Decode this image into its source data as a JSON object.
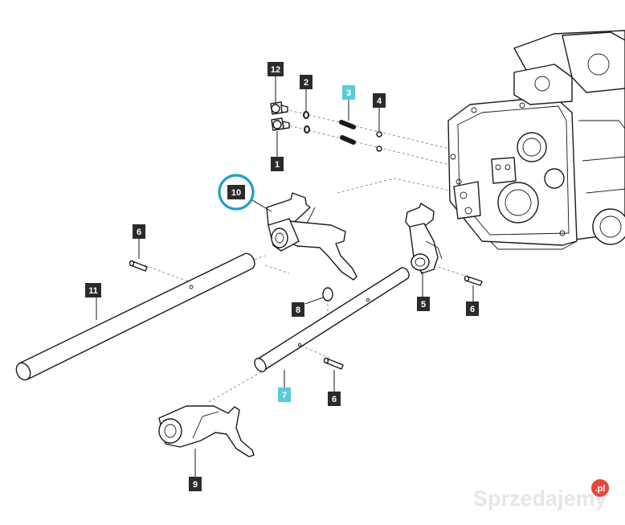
{
  "diagram": {
    "callouts": [
      {
        "id": "c12",
        "label": "12",
        "kind": "dark"
      },
      {
        "id": "c2",
        "label": "2",
        "kind": "dark"
      },
      {
        "id": "c3",
        "label": "3",
        "kind": "cyan"
      },
      {
        "id": "c4",
        "label": "4",
        "kind": "dark"
      },
      {
        "id": "c1",
        "label": "1",
        "kind": "dark"
      },
      {
        "id": "c10",
        "label": "10",
        "kind": "dark",
        "circled": true
      },
      {
        "id": "c6a",
        "label": "6",
        "kind": "dark"
      },
      {
        "id": "c11",
        "label": "11",
        "kind": "dark"
      },
      {
        "id": "c8",
        "label": "8",
        "kind": "dark"
      },
      {
        "id": "c5",
        "label": "5",
        "kind": "dark"
      },
      {
        "id": "c6b",
        "label": "6",
        "kind": "dark"
      },
      {
        "id": "c7",
        "label": "7",
        "kind": "cyan"
      },
      {
        "id": "c6c",
        "label": "6",
        "kind": "dark"
      },
      {
        "id": "c9",
        "label": "9",
        "kind": "dark"
      }
    ],
    "colors": {
      "dark_badge": "#2b2b2b",
      "cyan_badge": "#5bc8dc",
      "highlight_ring": "#1e9ed4",
      "line": "#1a1a1a"
    }
  },
  "watermark": {
    "text": "Sprzedajemy",
    "badge": ".pl",
    "text_color": "#e6e6e6",
    "badge_color": "#e8453c"
  }
}
